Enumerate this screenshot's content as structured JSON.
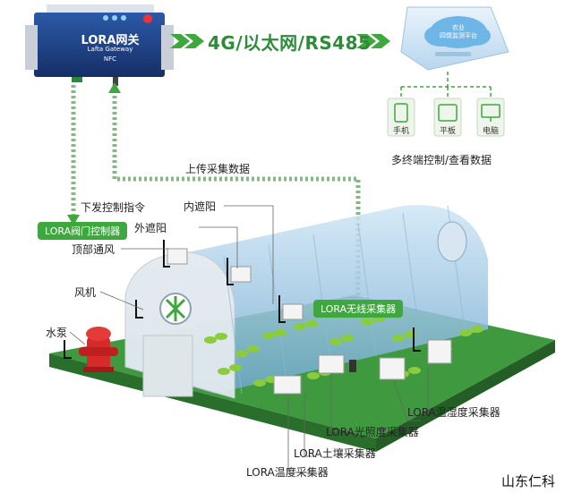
{
  "gateway": {
    "title": "LORA网关",
    "subtitle": "Lafta Gateway",
    "nfc": "NFC"
  },
  "transport": "4G/以太网/RS485",
  "cloud": {
    "line1": "农业",
    "line2": "四情监测平台"
  },
  "terminals": [
    {
      "label": "手机",
      "icon": "phone-icon"
    },
    {
      "label": "平板",
      "icon": "tablet-icon"
    },
    {
      "label": "电脑",
      "icon": "computer-icon"
    }
  ],
  "terminals_caption": "多终端控制/查看数据",
  "upload_label": "上传采集数据",
  "downlink_label": "下发控制指令",
  "valve_controller": "LORA阀门控制器",
  "lora_collector": "LORA无线采集器",
  "parts": {
    "inner_shade": "内遮阳",
    "outer_shade": "外遮阳",
    "top_vent": "顶部通风",
    "fan": "风机",
    "pump": "水泵"
  },
  "sensors": {
    "temp_humidity": "LORA温湿度采集器",
    "light": "LORA光照度采集器",
    "soil": "LORA土壤采集器",
    "temperature": "LORA温度采集器"
  },
  "watermark": "山东仁科",
  "colors": {
    "arrow_green": "#3ea83e",
    "text_green": "#2f8a3a",
    "gateway_blue": "#1d3f86",
    "ground": "#2f7d32"
  }
}
